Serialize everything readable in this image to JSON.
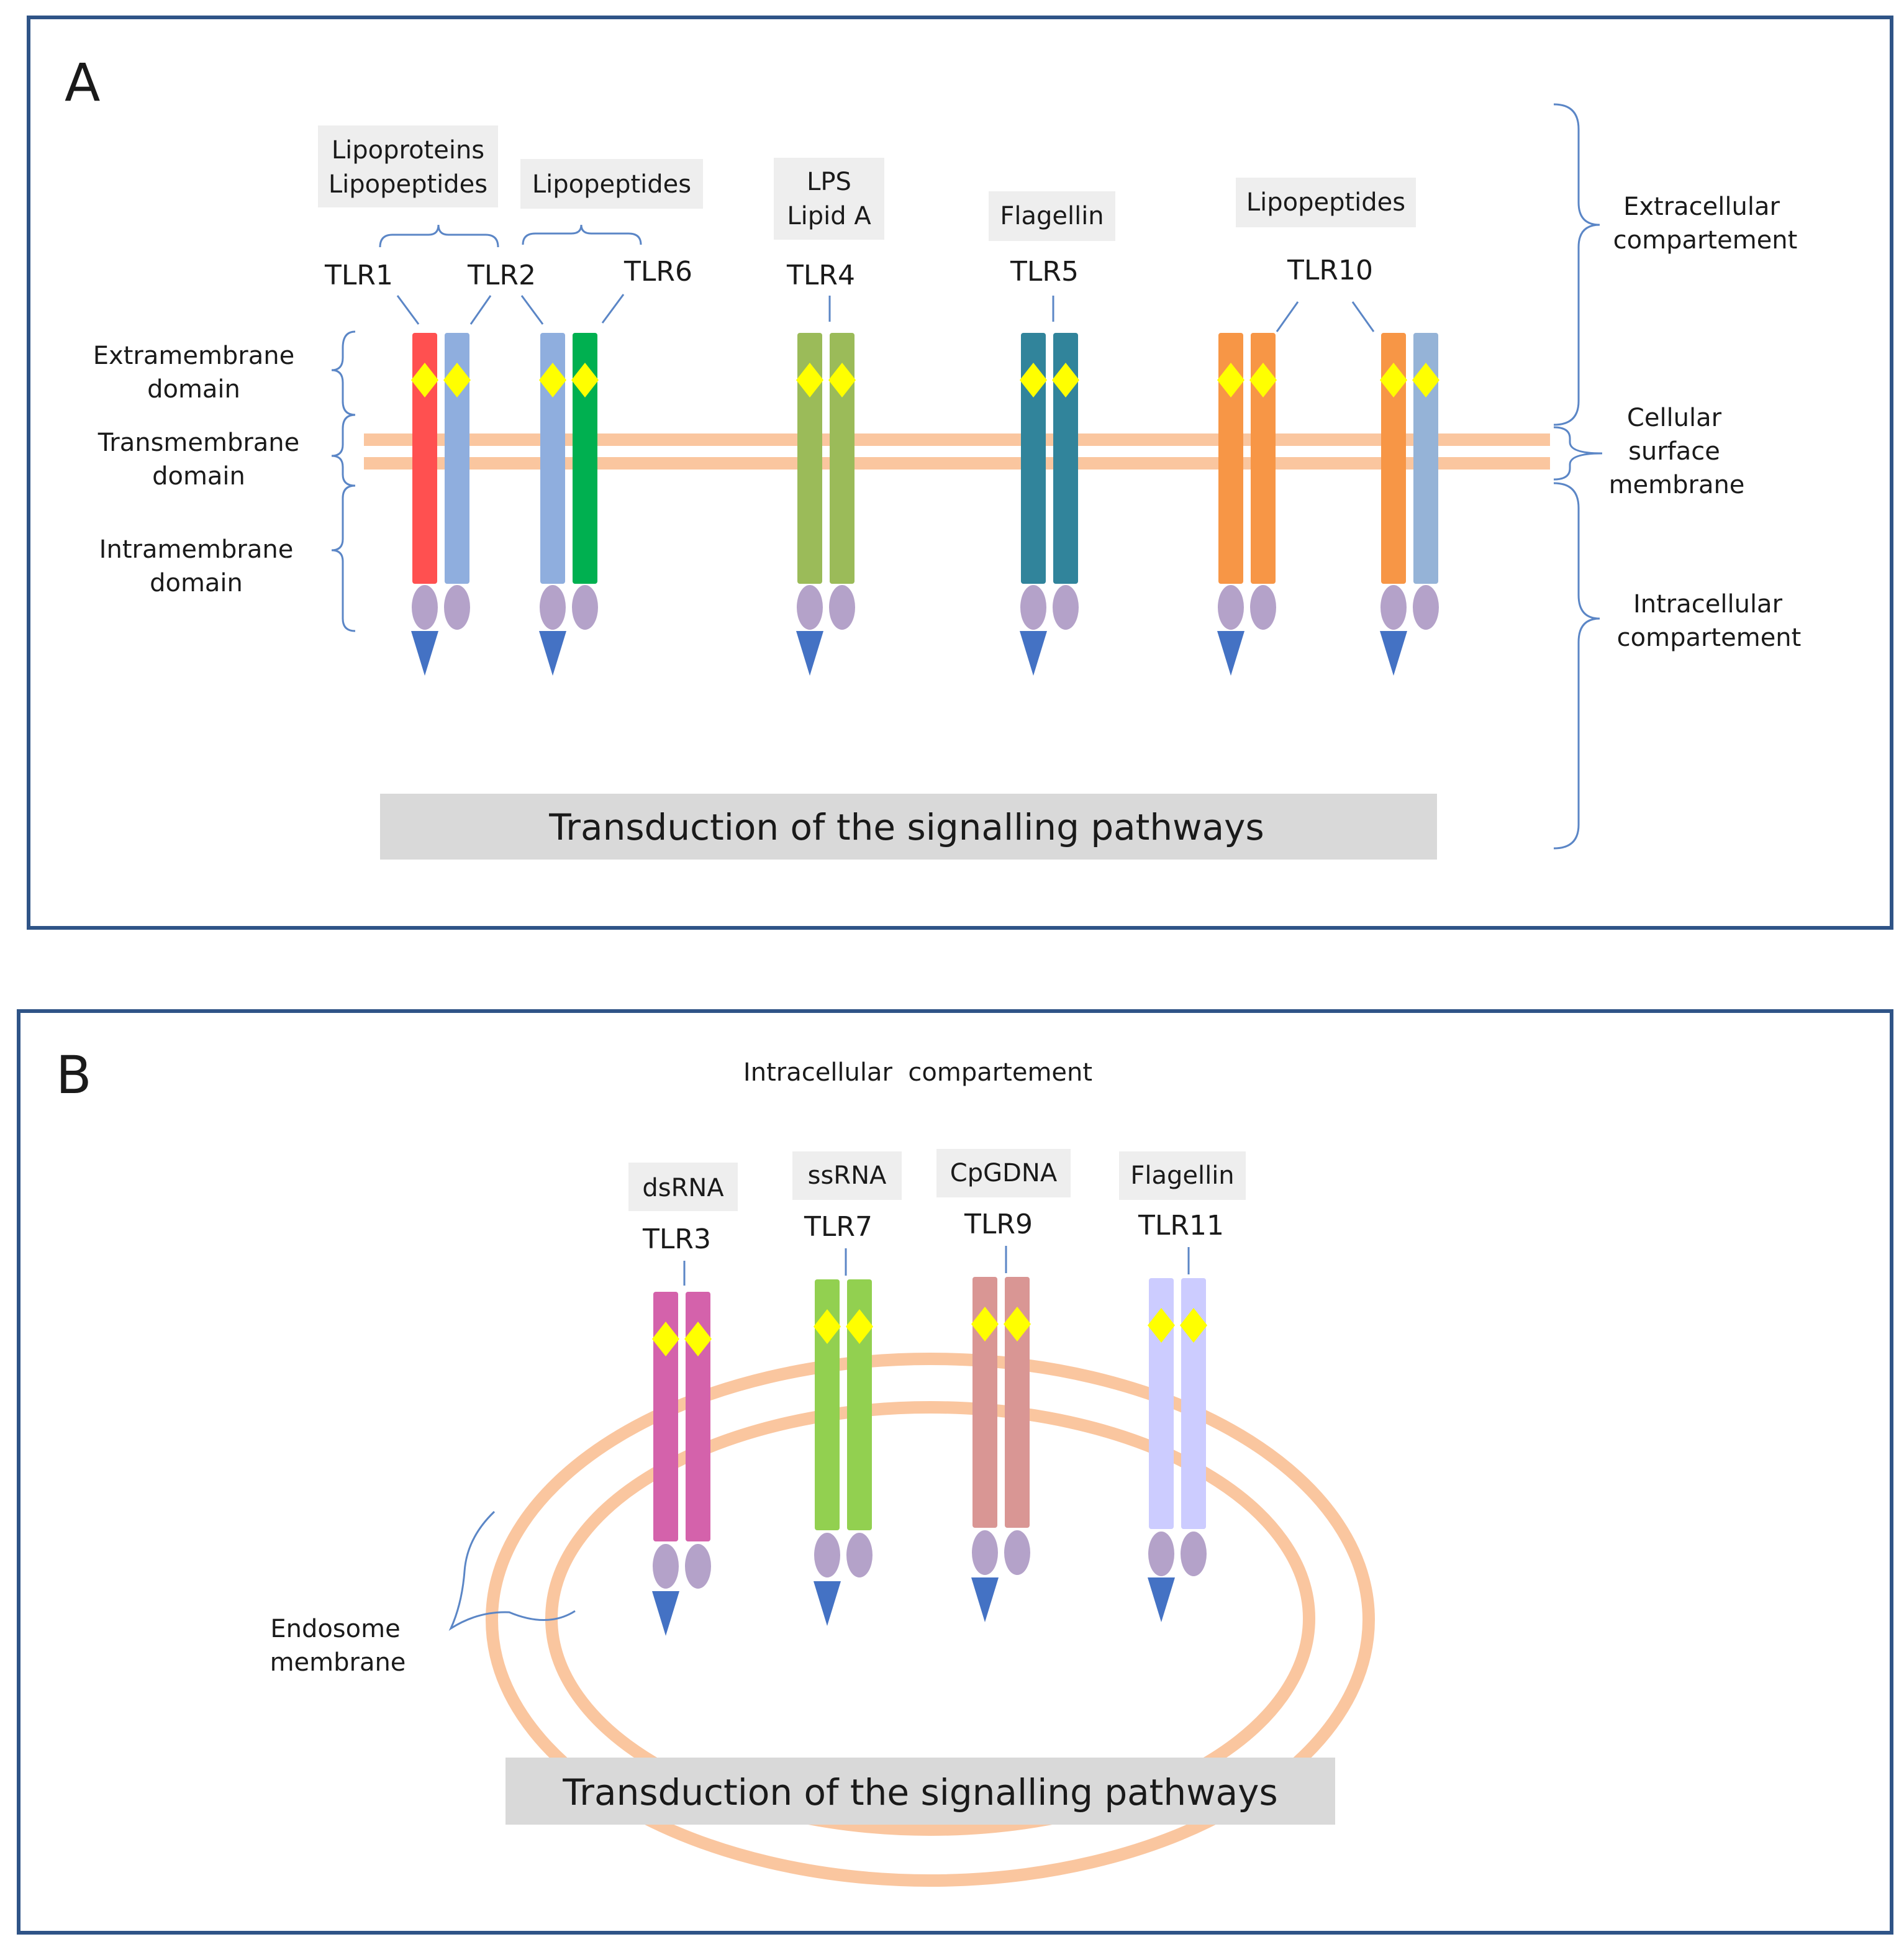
{
  "colors": {
    "frame": "#2f5487",
    "membrane": "#fac69f",
    "brace": "#5b86c6",
    "label_box": "#eeeeee",
    "transduction_box": "#d9d9d9",
    "tir_domain": "#b4a2c9",
    "arrow": "#4472c4",
    "binding_site": "#ffff00"
  },
  "panel_a": {
    "letter": "A",
    "receptors": [
      {
        "name": "TLR1",
        "chain_colors": [
          "#ff5050",
          "#8faede"
        ]
      },
      {
        "name": "TLR2",
        "chain_colors": [
          "#8faede",
          "#00b050"
        ]
      },
      {
        "name": "TLR6",
        "chain_colors": []
      },
      {
        "name": "TLR4",
        "chain_colors": [
          "#9bbb59",
          "#9bbb59"
        ]
      },
      {
        "name": "TLR5",
        "chain_colors": [
          "#31849b",
          "#31849b"
        ]
      },
      {
        "name": "TLR10",
        "chain_colors": [
          "#f79646",
          "#f79646",
          "#f79646",
          "#95b3d7"
        ]
      }
    ],
    "ligands": [
      {
        "lines": [
          "Lipoproteins",
          "Lipopeptides"
        ]
      },
      {
        "lines": [
          "Lipopeptides"
        ]
      },
      {
        "lines": [
          "LPS",
          "Lipid A"
        ]
      },
      {
        "lines": [
          "Flagellin"
        ]
      },
      {
        "lines": [
          "Lipopeptides"
        ]
      }
    ],
    "domain_labels": [
      {
        "lines": [
          "Extramembrane",
          "domain"
        ]
      },
      {
        "lines": [
          "Transmembrane",
          "domain"
        ]
      },
      {
        "lines": [
          "Intramembrane",
          "domain"
        ]
      }
    ],
    "compartment_labels": [
      {
        "lines": [
          "Extracellular",
          "compartement"
        ]
      },
      {
        "lines": [
          "Cellular",
          "surface",
          "membrane"
        ]
      },
      {
        "lines": [
          "Intracellular",
          "compartement"
        ]
      }
    ],
    "transduction": "Transduction of the signalling pathways"
  },
  "panel_b": {
    "letter": "B",
    "compartment_title": "Intracellular  compartement",
    "receptors": [
      {
        "name": "TLR3",
        "ligand": "dsRNA",
        "chain_color": "#d462ab"
      },
      {
        "name": "TLR7",
        "ligand": "ssRNA",
        "chain_color": "#92d050"
      },
      {
        "name": "TLR9",
        "ligand": "CpGDNA",
        "chain_color": "#d99694"
      },
      {
        "name": "TLR11",
        "ligand": "Flagellin",
        "chain_color": "#ccccff"
      }
    ],
    "endosome_label": {
      "lines": [
        "Endosome",
        "membrane"
      ]
    },
    "transduction": "Transduction of the signalling pathways"
  }
}
